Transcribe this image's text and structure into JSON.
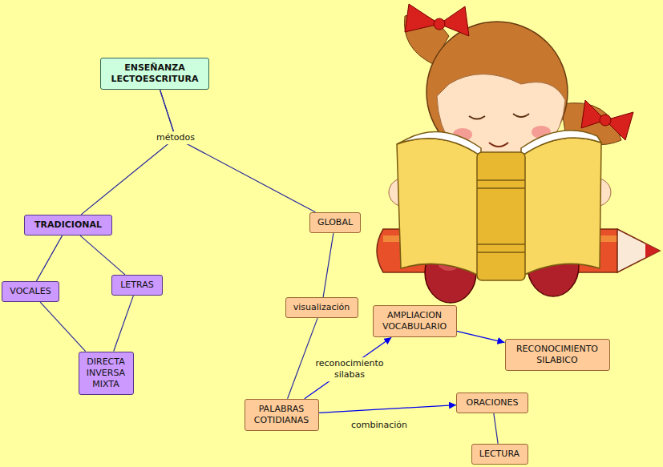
{
  "diagram": {
    "nodes": [
      {
        "text": [
          "ENSEÑANZA LECTOESCRITURA"
        ]
      },
      {
        "text": [
          "TRADICIONAL"
        ]
      },
      {
        "text": [
          "GLOBAL"
        ]
      },
      {
        "text": [
          "VOCALES"
        ]
      },
      {
        "text": [
          "LETRAS"
        ]
      },
      {
        "text": [
          "visualización"
        ]
      },
      {
        "text": [
          "AMPLIACION VOCABULARIO"
        ]
      },
      {
        "text": [
          "DIRECTA INVERSA MIXTA"
        ]
      },
      {
        "text": [
          "RECONOCIMIENTO SILABICO"
        ]
      },
      {
        "text": [
          "ORACIONES"
        ]
      },
      {
        "text": [
          "PALABRAS COTIDIANAS"
        ]
      },
      {
        "text": [
          "LECTURA"
        ]
      }
    ],
    "edges": [
      {
        "from": 0,
        "to": 1,
        "arrow": "none",
        "label": "métodos"
      },
      {
        "from": 0,
        "to": 2,
        "arrow": "none"
      },
      {
        "from": 1,
        "to": 3,
        "arrow": "none"
      },
      {
        "from": 1,
        "to": 4,
        "arrow": "none"
      },
      {
        "from": 3,
        "to": 7,
        "arrow": "none"
      },
      {
        "from": 4,
        "to": 7,
        "arrow": "none"
      },
      {
        "from": 2,
        "to": 5,
        "arrow": "none"
      },
      {
        "from": 5,
        "to": 10,
        "arrow": "none"
      },
      {
        "from": 10,
        "to": 6,
        "arrow": "to",
        "label": "reconocimiento silabas"
      },
      {
        "from": 6,
        "to": 8,
        "arrow": "to"
      },
      {
        "from": 10,
        "to": 9,
        "arrow": "to",
        "label": "combinación"
      },
      {
        "from": 9,
        "to": 11,
        "arrow": "none"
      }
    ]
  }
}
